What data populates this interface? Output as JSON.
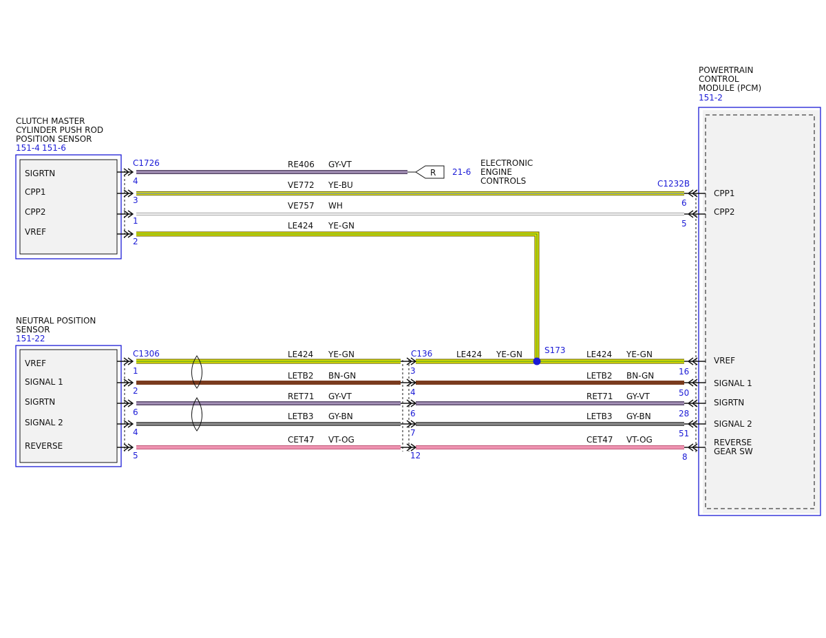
{
  "colors": {
    "accent": "#1a1ad6",
    "line": "#111111",
    "box_fill": "#f2f2f2",
    "gy_vt": "#8a7aa0",
    "ye_bu": "#e8e820",
    "wh": "#bdbdbd",
    "ye_gn": "#e6e600",
    "gn_stripe": "#2e8b2e",
    "bn_gn": "#7a3b1e",
    "gy_bn": "#777777",
    "vt_og": "#e88aa8"
  },
  "components": {
    "clutch_sensor": {
      "title_lines": [
        "CLUTCH MASTER",
        "CYLINDER PUSH ROD",
        "POSITION SENSOR"
      ],
      "ref1": "151-4",
      "ref2": "151-6",
      "pins": [
        "SIGRTN",
        "CPP1",
        "CPP2",
        "VREF"
      ]
    },
    "neutral_sensor": {
      "title_lines": [
        "NEUTRAL POSITION",
        "SENSOR"
      ],
      "ref": "151-22",
      "pins": [
        "VREF",
        "SIGNAL 1",
        "SIGRTN",
        "SIGNAL 2",
        "REVERSE"
      ]
    },
    "pcm": {
      "title_lines": [
        "POWERTRAIN",
        "CONTROL",
        "MODULE (PCM)"
      ],
      "ref": "151-2",
      "pins": [
        "CPP1",
        "CPP2",
        "VREF",
        "SIGNAL 1",
        "SIGRTN",
        "SIGNAL 2"
      ],
      "reverse_lines": [
        "REVERSE",
        "GEAR SW"
      ]
    },
    "eec": {
      "lines": [
        "ELECTRONIC",
        "ENGINE",
        "CONTROLS"
      ],
      "ref": "21-6",
      "tag": "R"
    }
  },
  "connectors": {
    "c1726": "C1726",
    "c1232b": "C1232B",
    "c1306": "C1306",
    "c136": "C136",
    "s173": "S173"
  },
  "pin_numbers": {
    "c1726": [
      "4",
      "3",
      "1",
      "2"
    ],
    "c1232b": [
      "6",
      "5"
    ],
    "c1306": [
      "1",
      "2",
      "6",
      "4",
      "5"
    ],
    "c136_in": [
      "3",
      "4",
      "6",
      "7",
      "12"
    ],
    "pcm_bottom": [
      "16",
      "50",
      "28",
      "51",
      "8"
    ]
  },
  "circuits": {
    "re406": {
      "id": "RE406",
      "color": "GY-VT"
    },
    "ve772": {
      "id": "VE772",
      "color": "YE-BU"
    },
    "ve757": {
      "id": "VE757",
      "color": "WH"
    },
    "le424_top": {
      "id": "LE424",
      "color": "YE-GN"
    },
    "bottom_left": [
      {
        "id": "LE424",
        "color": "YE-GN"
      },
      {
        "id": "LETB2",
        "color": "BN-GN"
      },
      {
        "id": "RET71",
        "color": "GY-VT"
      },
      {
        "id": "LETB3",
        "color": "GY-BN"
      },
      {
        "id": "CET47",
        "color": "VT-OG"
      }
    ],
    "mid": {
      "id": "LE424",
      "color": "YE-GN"
    },
    "bottom_right": [
      {
        "id": "LE424",
        "color": "YE-GN"
      },
      {
        "id": "LETB2",
        "color": "BN-GN"
      },
      {
        "id": "RET71",
        "color": "GY-VT"
      },
      {
        "id": "LETB3",
        "color": "GY-BN"
      },
      {
        "id": "CET47",
        "color": "VT-OG"
      }
    ]
  }
}
